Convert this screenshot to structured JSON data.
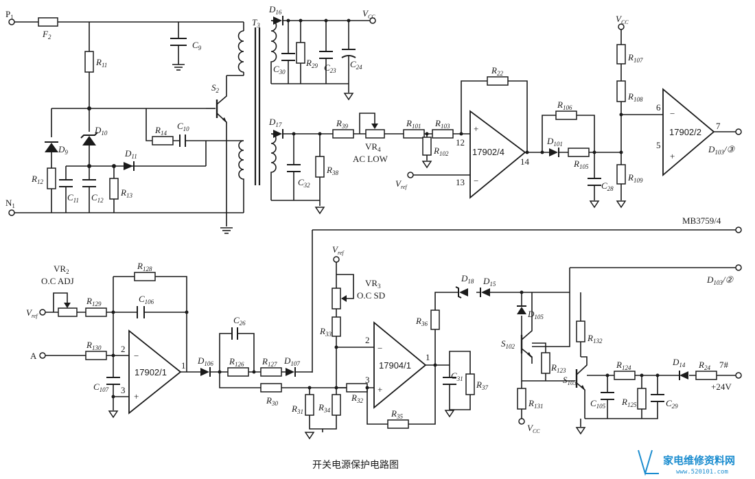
{
  "caption": "开关电源保护电路图",
  "watermark": {
    "text": "家电维修资料网",
    "url": "www.520101.com"
  },
  "nodes": {
    "p1": "P",
    "p1_sub": "1",
    "n1": "N",
    "n1_sub": "1",
    "vcc": "V",
    "vcc_sub": "CC",
    "vcc2": "V",
    "vcc2_sub": "CC",
    "vcc3": "V",
    "vcc3_sub": "CC",
    "vref1": "V",
    "vref1_sub": "ref",
    "vref2": "V",
    "vref2_sub": "ref",
    "vref3": "V",
    "vref3_sub": "ref",
    "a": "A",
    "d103_3": "D",
    "d103_3_sub": "103",
    "d103_3_suffix": "/③",
    "d103_2": "D",
    "d103_2_sub": "103",
    "d103_2_suffix": "/②",
    "mb": "MB3759/4",
    "out7": "7#",
    "out24": "+24V"
  },
  "components": {
    "F2": "F",
    "F2_sub": "2",
    "T3": "T",
    "T3_sub": "3",
    "S2": "S",
    "S2_sub": "2",
    "S102": "S",
    "S102_sub": "102",
    "S103": "S",
    "S103_sub": "103",
    "C9": "C",
    "C9_sub": "9",
    "C10": "C",
    "C10_sub": "10",
    "C11": "C",
    "C11_sub": "11",
    "C12": "C",
    "C12_sub": "12",
    "C23": "C",
    "C23_sub": "23",
    "C24": "C",
    "C24_sub": "24",
    "C26": "C",
    "C26_sub": "26",
    "C28": "C",
    "C28_sub": "28",
    "C29": "C",
    "C29_sub": "29",
    "C30": "C",
    "C30_sub": "30",
    "C31": "C",
    "C31_sub": "31",
    "C32": "C",
    "C32_sub": "32",
    "C105": "C",
    "C105_sub": "105",
    "C106": "C",
    "C106_sub": "106",
    "C107": "C",
    "C107_sub": "107",
    "R11": "R",
    "R11_sub": "11",
    "R12": "R",
    "R12_sub": "12",
    "R13": "R",
    "R13_sub": "13",
    "R14": "R",
    "R14_sub": "14",
    "R22": "R",
    "R22_sub": "22",
    "R24": "R",
    "R24_sub": "24",
    "R29": "R",
    "R29_sub": "29",
    "R30": "R",
    "R30_sub": "30",
    "R31": "R",
    "R31_sub": "31",
    "R32": "R",
    "R32_sub": "32",
    "R33": "R",
    "R33_sub": "33",
    "R34": "R",
    "R34_sub": "34",
    "R35": "R",
    "R35_sub": "35",
    "R36": "R",
    "R36_sub": "36",
    "R37": "R",
    "R37_sub": "37",
    "R38": "R",
    "R38_sub": "38",
    "R39": "R",
    "R39_sub": "39",
    "R101": "R",
    "R101_sub": "101",
    "R102": "R",
    "R102_sub": "102",
    "R103": "R",
    "R103_sub": "103",
    "R105": "R",
    "R105_sub": "105",
    "R106": "R",
    "R106_sub": "106",
    "R107": "R",
    "R107_sub": "107",
    "R108": "R",
    "R108_sub": "108",
    "R109": "R",
    "R109_sub": "109",
    "R123": "R",
    "R123_sub": "123",
    "R124": "R",
    "R124_sub": "124",
    "R125": "R",
    "R125_sub": "125",
    "R126": "R",
    "R126_sub": "126",
    "R127": "R",
    "R127_sub": "127",
    "R128": "R",
    "R128_sub": "128",
    "R129": "R",
    "R129_sub": "129",
    "R130": "R",
    "R130_sub": "130",
    "R131": "R",
    "R131_sub": "131",
    "R132": "R",
    "R132_sub": "132",
    "D9": "D",
    "D9_sub": "9",
    "D10": "D",
    "D10_sub": "10",
    "D11": "D",
    "D11_sub": "11",
    "D14": "D",
    "D14_sub": "14",
    "D15": "D",
    "D15_sub": "15",
    "D16": "D",
    "D16_sub": "16",
    "D17": "D",
    "D17_sub": "17",
    "D18": "D",
    "D18_sub": "18",
    "D101": "D",
    "D101_sub": "101",
    "D105": "D",
    "D105_sub": "105",
    "D106": "D",
    "D106_sub": "106",
    "D107": "D",
    "D107_sub": "107",
    "VR2": "VR",
    "VR2_sub": "2",
    "VR2_desc": "O.C ADJ",
    "VR3": "VR",
    "VR3_sub": "3",
    "VR3_desc": "O.C SD",
    "VR4": "VR",
    "VR4_sub": "4",
    "VR4_desc": "AC LOW"
  },
  "ics": {
    "u1": "17902/4",
    "u2": "17902/2",
    "u3": "17902/1",
    "u4": "17904/1"
  },
  "pins": {
    "u1_p12": "12",
    "u1_p13": "13",
    "u1_p14": "14",
    "u2_p6": "6",
    "u2_p5": "5",
    "u2_p7": "7",
    "u3_p2": "2",
    "u3_p3": "3",
    "u3_p1": "1",
    "u4_p2": "2",
    "u4_p3": "3",
    "u4_p1": "1",
    "plus": "+",
    "minus": "−"
  }
}
